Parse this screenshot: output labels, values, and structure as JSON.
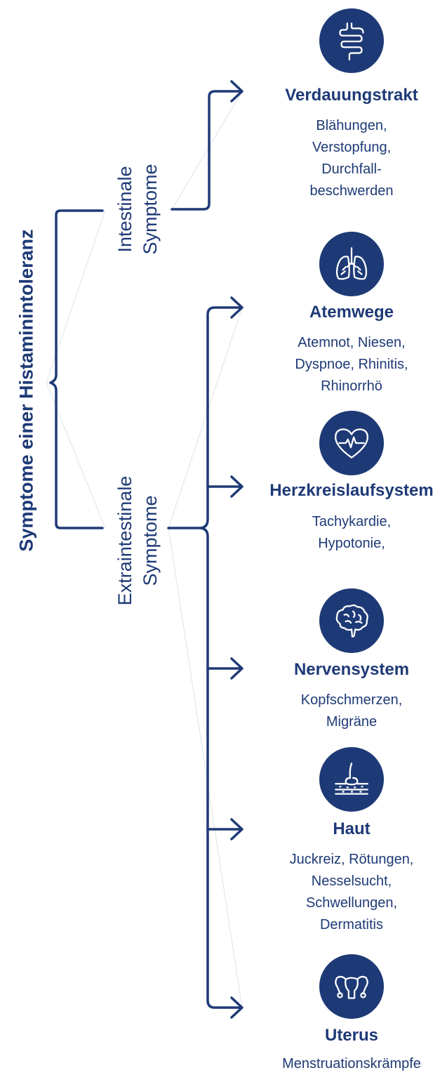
{
  "title": "Symptome einer Histaminintoleranz",
  "branches": {
    "intestinal": [
      "Intestinale",
      "Symptome"
    ],
    "extraintestinal": [
      "Extraintestinale",
      "Symptome"
    ]
  },
  "categories": [
    {
      "icon": "intestine-icon",
      "title": "Verdauungstrakt",
      "lines": [
        "Blähungen,",
        "Verstopfung,",
        "Durchfall-",
        "beschwerden"
      ]
    },
    {
      "icon": "lungs-icon",
      "title": "Atemwege",
      "lines": [
        "Atemnot, Niesen,",
        "Dyspnoe, Rhinitis,",
        "Rhinorrhö"
      ]
    },
    {
      "icon": "heart-icon",
      "title": "Herzkreislaufsystem",
      "lines": [
        "Tachykardie,",
        "Hypotonie,"
      ]
    },
    {
      "icon": "brain-icon",
      "title": "Nervensystem",
      "lines": [
        "Kopfschmerzen,",
        "Migräne"
      ]
    },
    {
      "icon": "skin-icon",
      "title": "Haut",
      "lines": [
        "Juckreiz, Rötungen,",
        "Nesselsucht,",
        "Schwellungen,",
        "Dermatitis"
      ]
    },
    {
      "icon": "uterus-icon",
      "title": "Uterus",
      "lines": [
        "Menstruationskrämpfe"
      ]
    }
  ],
  "colors": {
    "primary": "#1e3a76",
    "background": "#ffffff"
  }
}
